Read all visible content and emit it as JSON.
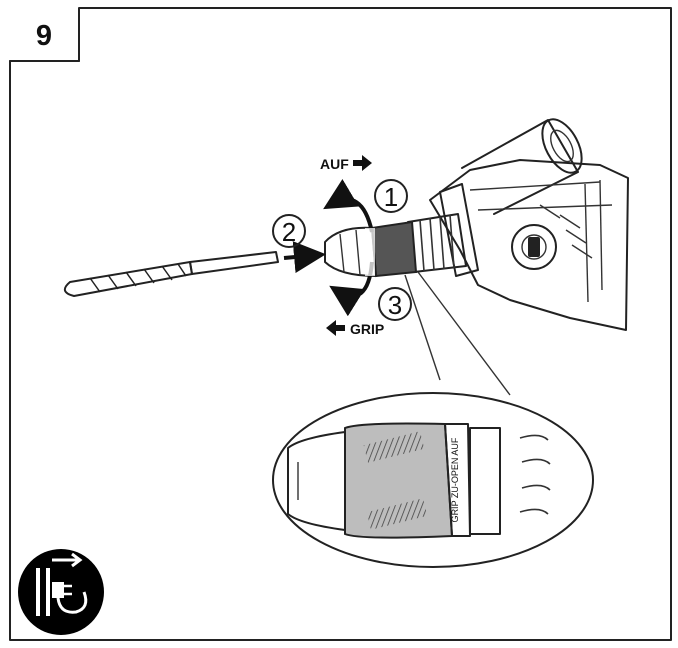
{
  "figure": {
    "number": "9",
    "labels": {
      "open": "AUF",
      "grip": "GRIP",
      "step_1": "1",
      "step_2": "2",
      "step_3": "3",
      "chuck_ring_text": "GRIP ZU-OPEN AUF"
    },
    "icons": [
      "unplug-warning-icon",
      "rotate-open-arrow-icon",
      "rotate-grip-arrow-icon",
      "insert-arrow-icon"
    ]
  }
}
